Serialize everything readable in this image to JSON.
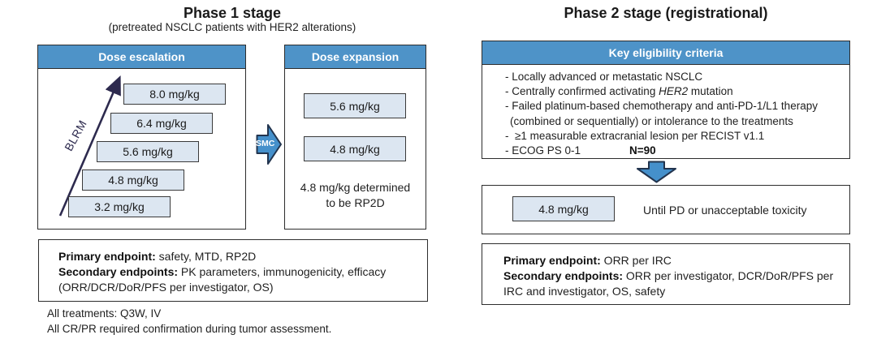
{
  "colors": {
    "header_blue": "#4e93c8",
    "chip_fill": "#dce6f1",
    "arrow_blue": "#4590cb",
    "arrow_outline": "#22344e",
    "blrm_navy": "#2d2a4e",
    "border_dark": "#2d2d2d"
  },
  "phase1": {
    "title": "Phase 1 stage",
    "subtitle": "(pretreated NSCLC patients with HER2 alterations)",
    "escalation": {
      "header": "Dose escalation",
      "arrow_label": "BLRM",
      "doses": [
        "8.0 mg/kg",
        "6.4 mg/kg",
        "5.6 mg/kg",
        "4.8 mg/kg",
        "3.2 mg/kg"
      ]
    },
    "smc_label": "SMC",
    "expansion": {
      "header": "Dose expansion",
      "doses": [
        "5.6 mg/kg",
        "4.8 mg/kg"
      ],
      "note_line1": "4.8 mg/kg determined",
      "note_line2": "to be RP2D"
    },
    "endpoints": {
      "lines": [
        {
          "bold": "Primary endpoint:",
          "text": " safety, MTD, RP2D"
        },
        {
          "bold": "Secondary endpoints:",
          "text": " PK parameters, immunogenicity, efficacy"
        },
        {
          "bold": "",
          "text": "(ORR/DCR/DoR/PFS per investigator, OS)"
        }
      ]
    },
    "footnotes": [
      "All treatments: Q3W, IV",
      "All CR/PR required confirmation during tumor assessment."
    ]
  },
  "phase2": {
    "title": "Phase 2 stage (registrational)",
    "eligibility": {
      "header": "Key eligibility criteria",
      "line1": "- Locally advanced or metastatic NSCLC",
      "line2_pre": "- Centrally confirmed activating ",
      "line2_italic": "HER2",
      "line2_post": " mutation",
      "line3": "- Failed platinum-based chemotherapy and anti-PD-1/L1 therapy",
      "line4": "(combined or sequentially) or intolerance to the treatments",
      "line5": "-  ≥1 measurable extracranial lesion per RECIST v1.1",
      "line6": "- ECOG PS 0-1",
      "n_label": "N=90"
    },
    "treatment": {
      "dose": "4.8 mg/kg",
      "text": "Until PD or unacceptable toxicity"
    },
    "endpoints": {
      "lines": [
        {
          "bold": "Primary endpoint:",
          "text": " ORR per IRC"
        },
        {
          "bold": "Secondary endpoints:",
          "text": " ORR per investigator, DCR/DoR/PFS per"
        },
        {
          "bold": "",
          "text": "IRC and investigator, OS, safety"
        }
      ]
    }
  }
}
